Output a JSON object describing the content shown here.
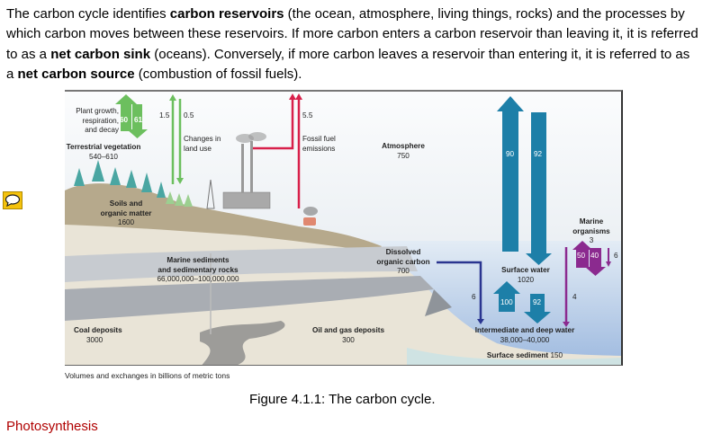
{
  "intro": {
    "t1": "The carbon cycle identifies ",
    "b1": "carbon reservoirs",
    "t2": " (the ocean, atmosphere, living things, rocks) and the processes by which carbon moves between these reservoirs. If more carbon enters a carbon reservoir than leaving it, it is referred to as a ",
    "b2": "net carbon sink",
    "t3": " (oceans). Conversely, if more carbon leaves a reservoir than entering it, it is referred to as a ",
    "b3": "net carbon source",
    "t4": " (combustion of fossil fuels)."
  },
  "comment_icon": "speech-bubble-icon",
  "diagram": {
    "plant_growth": "Plant growth,",
    "respiration": "respiration,",
    "decay": "and decay",
    "flux_60": "60",
    "flux_61": "61",
    "flux_1_5": "1.5",
    "flux_0_5": "0.5",
    "land_use_1": "Changes in",
    "land_use_2": "land use",
    "flux_5_5": "5.5",
    "fossil_1": "Fossil fuel",
    "fossil_2": "emissions",
    "terrestrial": "Terrestrial vegetation",
    "terrestrial_val": "540–610",
    "atmosphere": "Atmosphere",
    "atmosphere_val": "750",
    "soils_1": "Soils and",
    "soils_2": "organic matter",
    "soils_val": "1600",
    "marine_sed_1": "Marine sediments",
    "marine_sed_2": "and sedimentary rocks",
    "marine_sed_val": "66,000,000–100,000,000",
    "coal": "Coal deposits",
    "coal_val": "3000",
    "oil": "Oil and gas deposits",
    "oil_val": "300",
    "doc_1": "Dissolved",
    "doc_2": "organic carbon",
    "doc_val": "700",
    "flux_90": "90",
    "flux_92a": "92",
    "surface_water": "Surface water",
    "surface_water_val": "1020",
    "flux_100": "100",
    "flux_92b": "92",
    "flux_6a": "6",
    "flux_4": "4",
    "marine_org_1": "Marine",
    "marine_org_2": "organisms",
    "marine_org_val": "3",
    "flux_50": "50",
    "flux_40": "40",
    "flux_6b": "6",
    "deep_water": "Intermediate and deep water",
    "deep_water_val": "38,000–40,000",
    "surface_sediment": "Surface sediment",
    "surface_sediment_val": "150",
    "colors": {
      "green": "#6cbf5e",
      "red": "#d8204a",
      "blue": "#1d7fa8",
      "navy": "#2a3590",
      "purple": "#8b2a8f"
    }
  },
  "units_note": "Volumes and exchanges in billions of metric tons",
  "figure_caption": "Figure 4.1.1: The carbon cycle.",
  "cut_heading": "Photosynthesis"
}
